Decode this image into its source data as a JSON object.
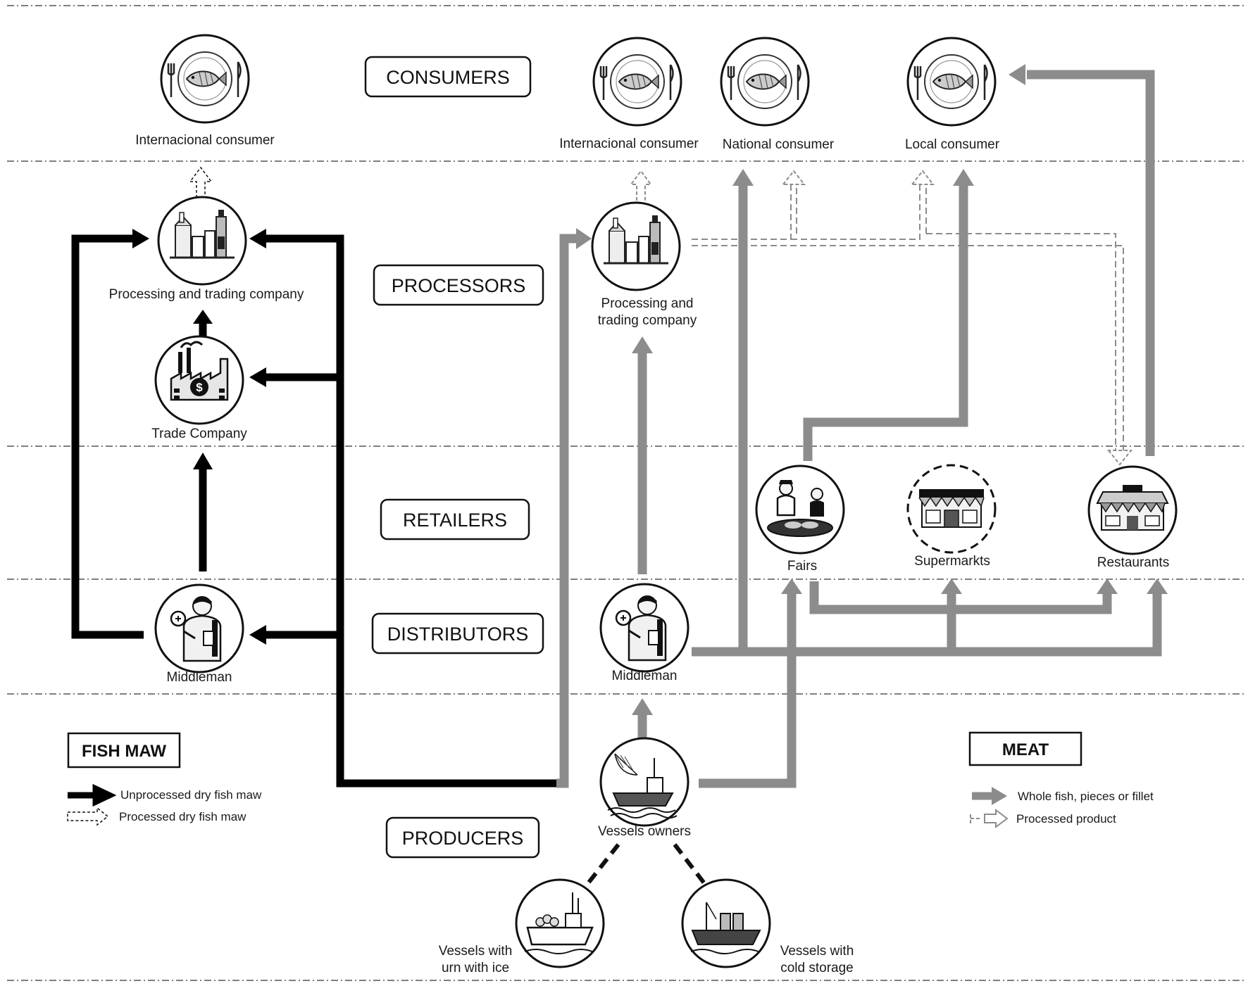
{
  "stages": {
    "consumers": "CONSUMERS",
    "processors": "PROCESSORS",
    "retailers": "RETAILERS",
    "distributors": "DISTRIBUTORS",
    "producers": "PRODUCERS"
  },
  "fish_maw": {
    "intl_consumer": "Internacional consumer",
    "processing_company": "Processing and trading company",
    "trade_company": "Trade Company",
    "middleman": "Middleman"
  },
  "meat": {
    "intl_consumer": "Internacional consumer",
    "national_consumer": "National consumer",
    "local_consumer": "Local consumer",
    "processing_line1": "Processing and",
    "processing_line2": "trading company",
    "fairs": "Fairs",
    "supermarkets": "Supermarkts",
    "restaurants": "Restaurants",
    "middleman": "Middleman",
    "vessels_owners": "Vessels owners",
    "vessel_ice_line1": "Vessels with",
    "vessel_ice_line2": "urn with ice",
    "vessel_cold_line1": "Vessels with",
    "vessel_cold_line2": "cold storage"
  },
  "legend_fish_maw": {
    "title": "FISH MAW",
    "unprocessed": "Unprocessed dry fish maw",
    "processed": "Processed dry fish maw"
  },
  "legend_meat": {
    "title": "MEAT",
    "whole": "Whole fish, pieces or fillet",
    "processed": "Processed product"
  },
  "colors": {
    "fish_maw_flow": "#000000",
    "meat_flow": "#8c8c8c",
    "divider": "#555555"
  }
}
